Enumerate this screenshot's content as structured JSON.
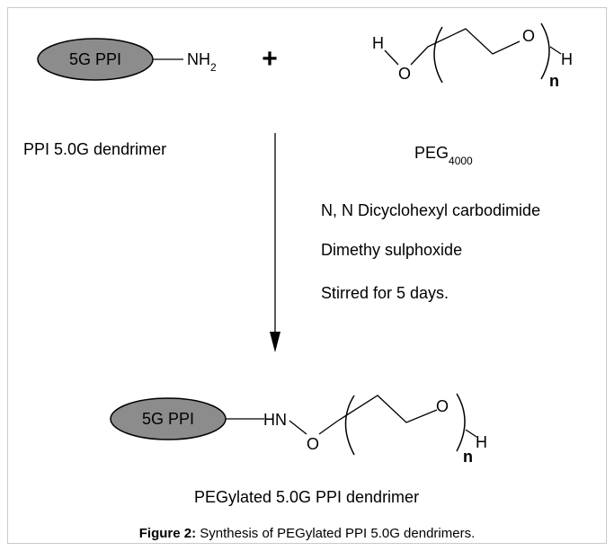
{
  "reactant1": {
    "core_label": "5G PPI",
    "group": "NH",
    "group_sub": "2",
    "name": "PPI 5.0G dendrimer"
  },
  "plus": "+",
  "reactant2": {
    "h_left": "H",
    "o_left": "O",
    "o_right": "O",
    "h_right": "H",
    "n": "n",
    "name": "PEG",
    "name_sub": "4000"
  },
  "conditions": [
    "N, N Dicyclohexyl carbodimide",
    "Dimethy sulphoxide",
    "Stirred for 5 days."
  ],
  "product": {
    "core_label": "5G PPI",
    "hn": "HN",
    "o_left": "O",
    "o_right": "O",
    "h_right": "H",
    "n": "n",
    "name": "PEGylated 5.0G PPI dendrimer"
  },
  "caption": {
    "label": "Figure 2:",
    "text": " Synthesis of PEGylated PPI 5.0G dendrimers."
  },
  "colors": {
    "ellipse_fill": "#8c8c8c",
    "frame": "#c9c9c9"
  }
}
